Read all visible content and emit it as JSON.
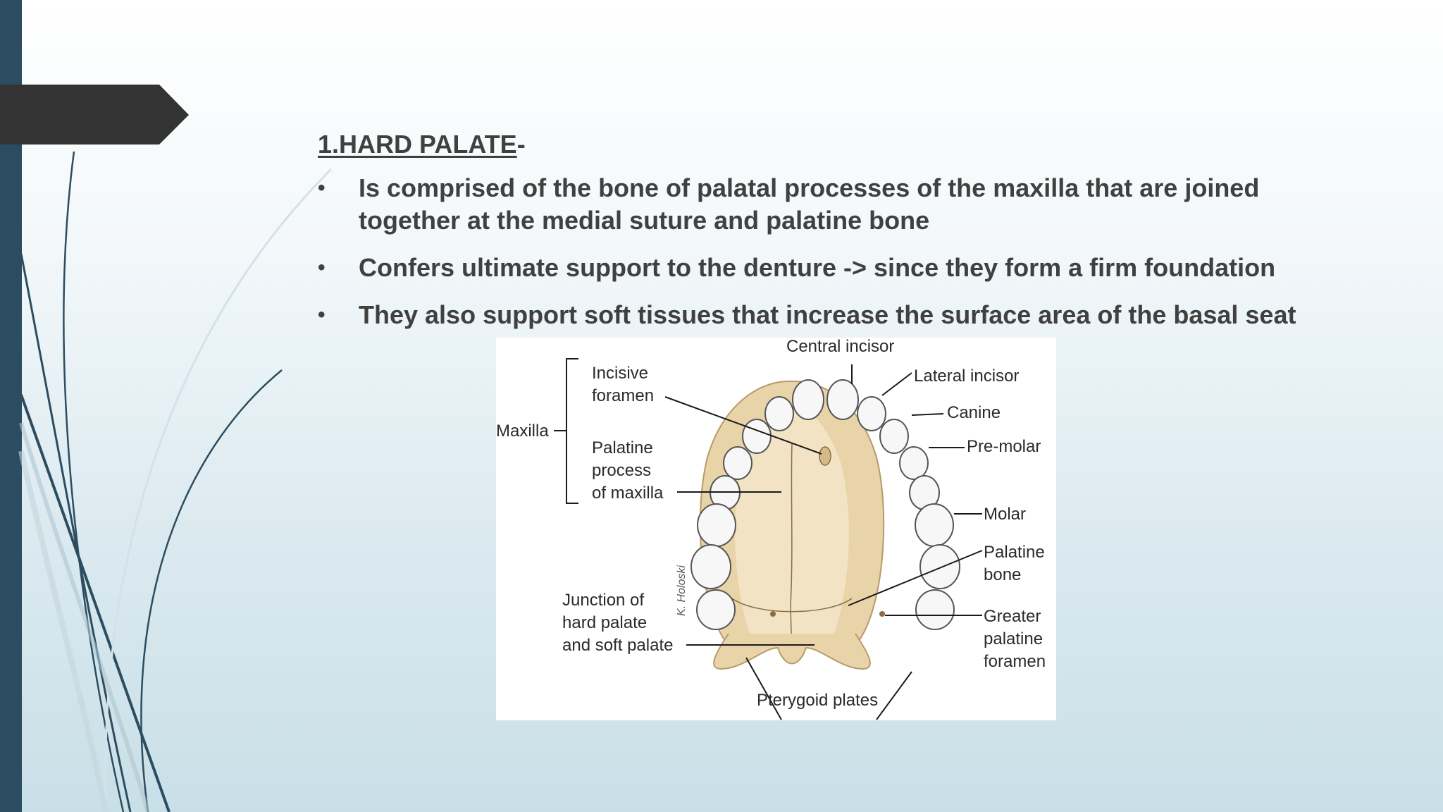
{
  "slide": {
    "heading": {
      "text": "1.HARD PALATE",
      "suffix": "-"
    },
    "bullets": [
      {
        "marker": "•",
        "text": "Is comprised of the bone of palatal processes of the maxilla that are joined together at the medial suture and palatine bone"
      },
      {
        "marker": "•",
        "text": "Confers ultimate support to the denture -> since they form a firm foundation"
      },
      {
        "marker": "•",
        "text": "They also support soft tissues that increase the surface area of the basal seat"
      }
    ]
  },
  "diagram": {
    "labels": {
      "central_incisor": "Central incisor",
      "lateral_incisor": "Lateral incisor",
      "canine": "Canine",
      "premolar": "Pre-molar",
      "molar": "Molar",
      "palatine_bone_1": "Palatine",
      "palatine_bone_2": "bone",
      "greater_1": "Greater",
      "greater_2": "palatine",
      "greater_3": "foramen",
      "pterygoid": "Pterygoid plates",
      "maxilla": "Maxilla",
      "incisive_1": "Incisive",
      "incisive_2": "foramen",
      "palatine_process_1": "Palatine",
      "palatine_process_2": "process",
      "palatine_process_3": "of maxilla",
      "junction_1": "Junction of",
      "junction_2": "hard palate",
      "junction_3": "and soft palate",
      "signature": "K. Holoski"
    }
  },
  "colors": {
    "sidebar": "#2c4d61",
    "title_arrow": "#333333",
    "text": "#404040",
    "bone": "#e9d3a8",
    "tooth": "#f7f7f7"
  }
}
